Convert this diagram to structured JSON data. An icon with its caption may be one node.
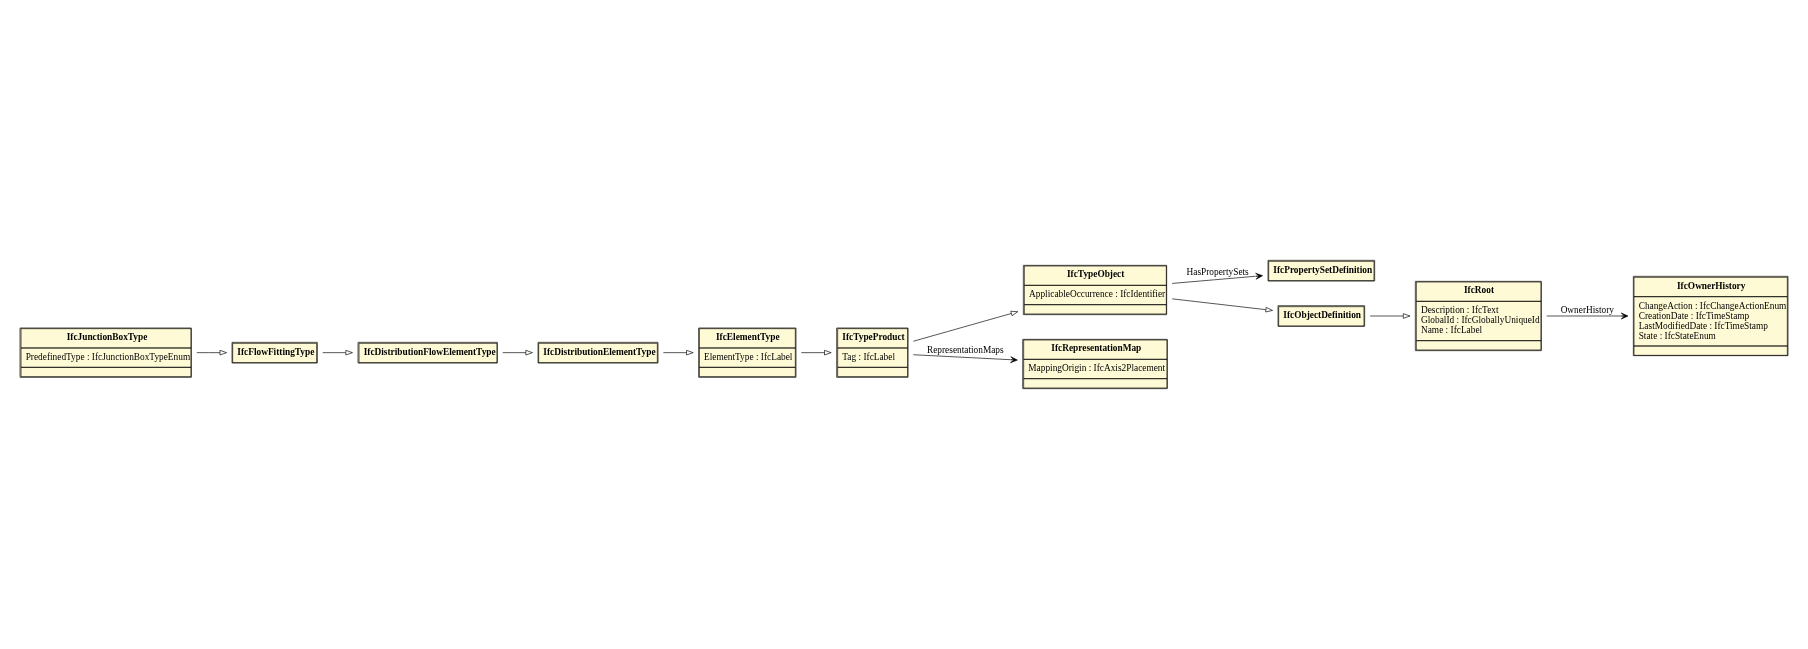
{
  "diagram": {
    "nodes": [
      {
        "text": [
          "IfcJunctionBoxType",
          "PredefinedType : IfcJunctionBoxTypeEnum"
        ]
      },
      {
        "text": [
          "IfcFlowFittingType"
        ]
      },
      {
        "text": [
          "IfcDistributionElementType"
        ]
      },
      {
        "text": [
          "IfcDistributionFlowElementType"
        ]
      },
      {
        "text": [
          "IfcElementType",
          "ElementType : IfcLabel"
        ]
      },
      {
        "text": [
          "IfcTypeObject",
          "ApplicableOccurrence : IfcIdentifier"
        ]
      },
      {
        "text": [
          "IfcPropertySetDefinition"
        ]
      },
      {
        "text": [
          "IfcOwnerHistory",
          "ChangeAction : IfcChangeActionEnum",
          "CreationDate : IfcTimeStamp",
          "LastModifiedDate : IfcTimeStamp",
          "State : IfcStateEnum"
        ]
      },
      {
        "text": [
          "IfcTypeProduct",
          "Tag : IfcLabel"
        ]
      },
      {
        "text": [
          "IfcRepresentationMap",
          "MappingOrigin : IfcAxis2Placement"
        ]
      },
      {
        "text": [
          "IfcObjectDefinition"
        ]
      },
      {
        "text": [
          "IfcRoot",
          "Description : IfcText",
          "GlobalId : IfcGloballyUniqueId",
          "Name : IfcLabel"
        ]
      }
    ],
    "edges": [
      {
        "from": 0,
        "to": 1,
        "arrow": "to"
      },
      {
        "from": 1,
        "to": 3,
        "arrow": "to"
      },
      {
        "from": 3,
        "to": 2,
        "arrow": "to"
      },
      {
        "from": 2,
        "to": 4,
        "arrow": "to"
      },
      {
        "from": 4,
        "to": 8,
        "arrow": "to"
      },
      {
        "from": 8,
        "to": 5,
        "arrow": "to"
      },
      {
        "from": 5,
        "to": 6,
        "arrow": "to",
        "label": "HasPropertySets"
      },
      {
        "from": 8,
        "to": 9,
        "arrow": "to",
        "label": "RepresentationMaps"
      },
      {
        "from": 5,
        "to": 10,
        "arrow": "to"
      },
      {
        "from": 10,
        "to": 11,
        "arrow": "to"
      },
      {
        "from": 11,
        "to": 7,
        "arrow": "to",
        "label": "OwnerHistory"
      }
    ]
  }
}
